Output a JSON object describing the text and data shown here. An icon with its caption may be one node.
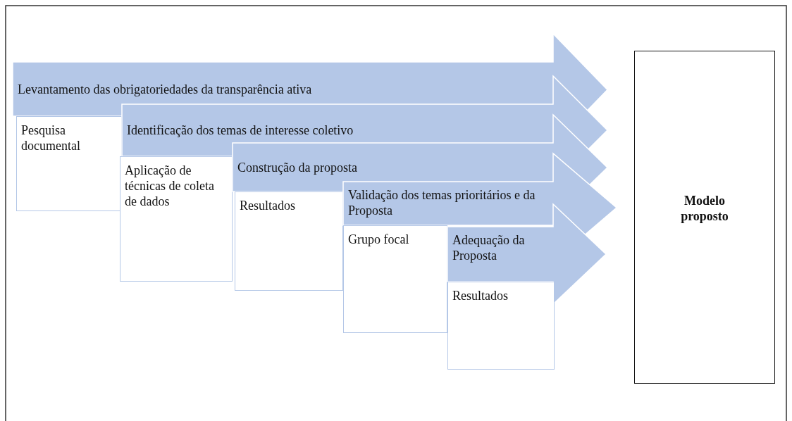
{
  "diagram": {
    "nodes": [
      {
        "text": [
          "Levantamento das obrigatoriedades da transparência ativa"
        ]
      },
      {
        "text": [
          "Pesquisa documental"
        ]
      },
      {
        "text": [
          "Identificação dos temas de interesse coletivo"
        ]
      },
      {
        "text": [
          "Aplicação de técnicas de coleta de dados"
        ]
      },
      {
        "text": [
          "Construção da proposta"
        ]
      },
      {
        "text": [
          "Resultados"
        ]
      },
      {
        "text": [
          "Validação dos temas prioritários e da Proposta"
        ]
      },
      {
        "text": [
          "Grupo focal"
        ]
      },
      {
        "text": [
          "Adequação da Proposta"
        ]
      },
      {
        "text": [
          "Resultados"
        ]
      },
      {
        "text": [
          "Modelo proposto"
        ]
      }
    ]
  }
}
